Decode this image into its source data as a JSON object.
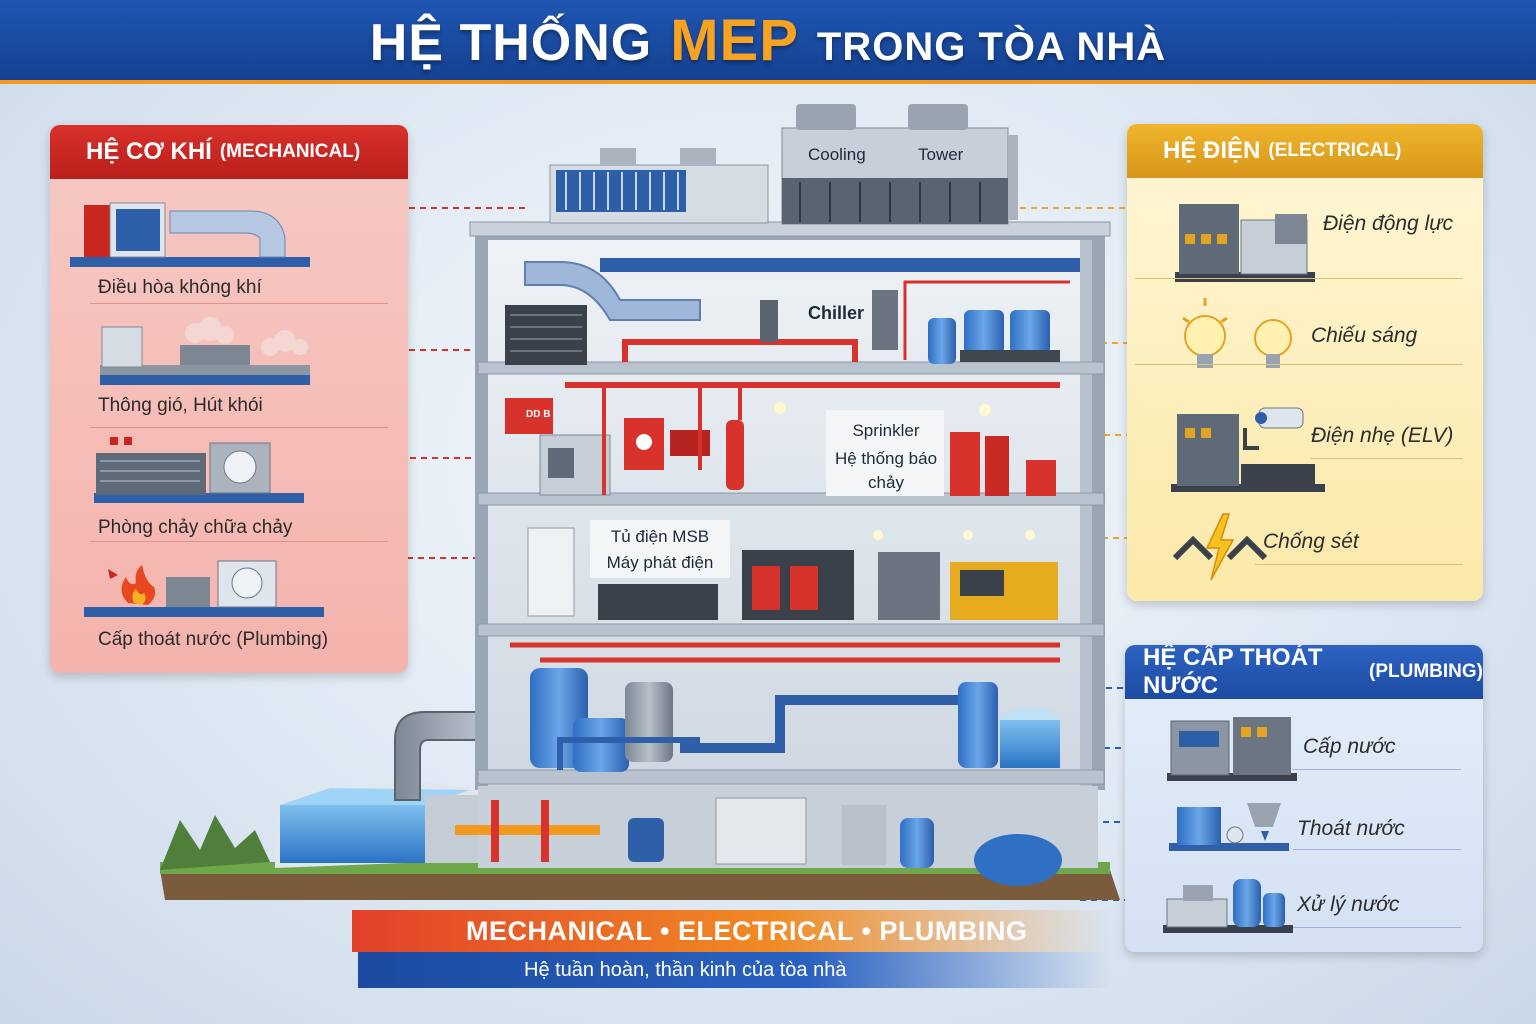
{
  "header": {
    "title_prefix": "HỆ THỐNG",
    "title_accent": "MEP",
    "title_suffix": "TRONG TÒA NHÀ"
  },
  "mechanical": {
    "title": "HỆ CƠ KHÍ",
    "subtitle": "(MECHANICAL)",
    "items": [
      {
        "label": "Điều hòa không khí"
      },
      {
        "label": "Thông gió, Hút khói"
      },
      {
        "label": "Phòng chảy chữa chảy"
      },
      {
        "label": "Cấp thoát nước (Plumbing)"
      }
    ]
  },
  "electrical": {
    "title": "HỆ ĐIỆN",
    "subtitle": "(ELECTRICAL)",
    "items": [
      {
        "label": "Điện động lực"
      },
      {
        "label": "Chiếu sáng"
      },
      {
        "label": "Điện nhẹ (ELV)"
      },
      {
        "label": "Chống sét"
      }
    ]
  },
  "plumbing": {
    "title": "HỆ CẤP THOÁT NƯỚC",
    "subtitle": "(PLUMBING)",
    "items": [
      {
        "label": "Cấp nước"
      },
      {
        "label": "Thoát nước"
      },
      {
        "label": "Xử lý nước"
      }
    ]
  },
  "building": {
    "cooling_left": "Cooling",
    "cooling_right": "Tower",
    "chiller": "Chiller",
    "sprinkler": "Sprinkler",
    "fire_alarm_line1": "Hệ thống báo",
    "fire_alarm_line2": "chảy",
    "msb": "Tủ điện MSB",
    "generator": "Máy phát điện",
    "fire_sign": "DD B"
  },
  "footer": {
    "banner": "MECHANICAL • ELECTRICAL • PLUMBING",
    "tagline": "Hệ tuần hoàn, thần kinh của tòa nhà"
  },
  "colors": {
    "mechanical": "#c8261f",
    "electrical": "#e4a321",
    "plumbing": "#1f50a8",
    "accent": "#f7a321"
  }
}
